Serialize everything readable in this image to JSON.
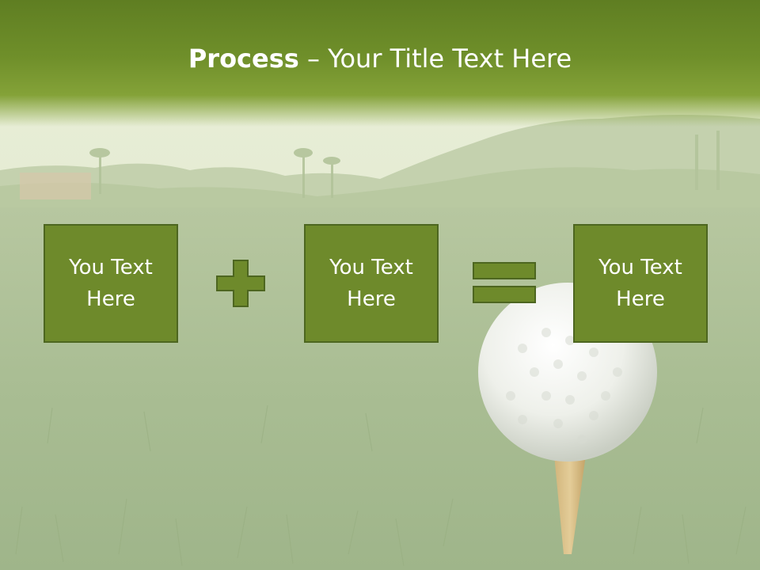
{
  "slide": {
    "title_bold": "Process",
    "title_rest": " – Your Title Text Here",
    "boxes": [
      {
        "text": "You Text\nHere"
      },
      {
        "text": "You Text\nHere"
      },
      {
        "text": "You Text\nHere"
      }
    ],
    "operators": [
      "plus-icon",
      "equals-icon"
    ],
    "colors": {
      "title_band": "#6f8f2a",
      "box_fill": "#6e8a2b",
      "box_border": "#4d6620",
      "text": "#ffffff"
    }
  }
}
